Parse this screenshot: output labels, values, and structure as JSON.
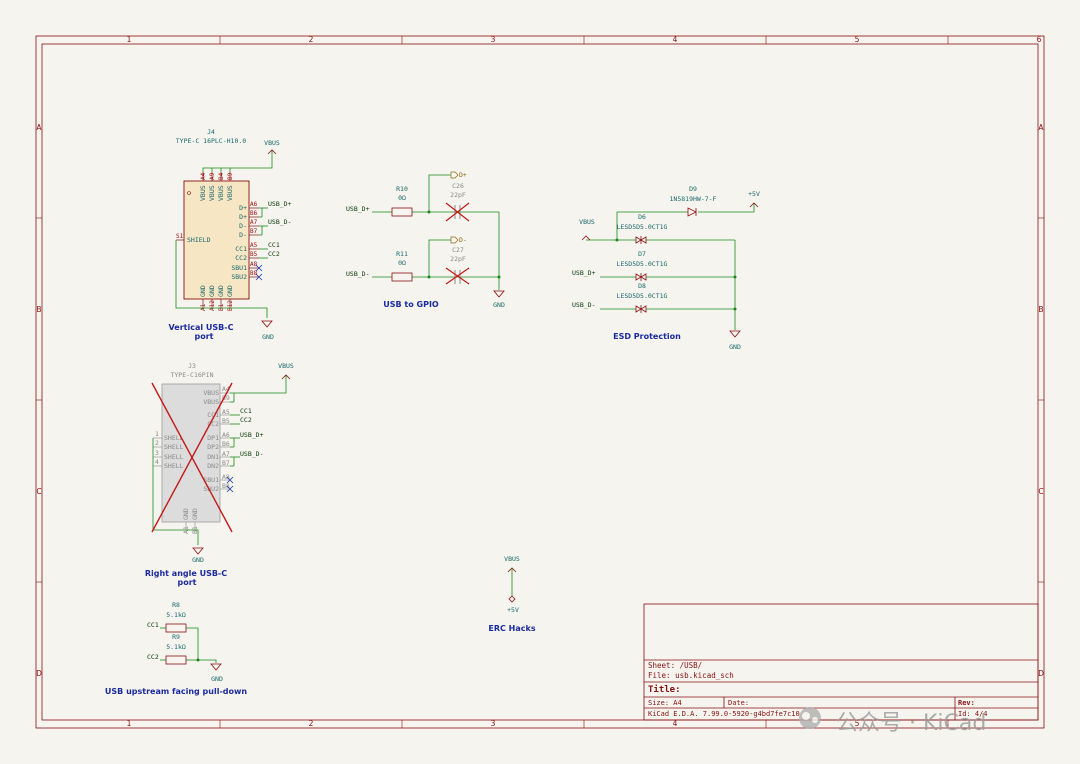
{
  "frame": {
    "col_labels": [
      "1",
      "2",
      "3",
      "4",
      "5",
      "6"
    ],
    "row_labels": [
      "A",
      "B",
      "C",
      "D"
    ]
  },
  "j4": {
    "ref": "J4",
    "value": "TYPE-C 16PLC-H10.0",
    "top_pins": [
      "A4",
      "A9",
      "B4",
      "B9"
    ],
    "top_names": [
      "VBUS",
      "VBUS",
      "VBUS",
      "VBUS"
    ],
    "right_names": [
      "D+",
      "D+",
      "D-",
      "D-",
      "CC1",
      "CC2",
      "SBU1",
      "SBU2"
    ],
    "right_nums": [
      "A6",
      "B6",
      "A7",
      "B7",
      "A5",
      "B5",
      "A8",
      "B8"
    ],
    "bottom_names": [
      "GND",
      "GND",
      "GND",
      "GND"
    ],
    "bottom_pins": [
      "A1",
      "A12",
      "B1",
      "B12"
    ],
    "shield_name": "SHIELD",
    "shield_pin": "S1",
    "title_line1": "Vertical USB-C",
    "title_line2": "port"
  },
  "j3": {
    "ref": "J3",
    "value": "TYPE-C16PIN",
    "right_names": [
      "VBUS",
      "VBUS",
      "CC1",
      "CC2",
      "DP1",
      "DP2",
      "DN1",
      "DN2",
      "SBU1",
      "SBU2"
    ],
    "right_nums": [
      "A4",
      "B9",
      "A5",
      "B5",
      "A6",
      "B6",
      "A7",
      "B7",
      "A8",
      "B8"
    ],
    "left_names": [
      "SHELL",
      "SHELL",
      "SHELL",
      "SHELL"
    ],
    "left_nums": [
      "1",
      "2",
      "3",
      "4"
    ],
    "bottom_names": [
      "GND",
      "GND"
    ],
    "bottom_pins": [
      "A1",
      "B1"
    ],
    "title_line1": "Right angle USB-C",
    "title_line2": "port"
  },
  "nets": {
    "vbus": "VBUS",
    "gnd": "GND",
    "usb_dp": "USB_D+",
    "usb_dm": "USB_D-",
    "cc1": "CC1",
    "cc2": "CC2",
    "d_plus": "D+",
    "d_minus": "D-",
    "p5v": "+5V"
  },
  "gpio": {
    "r10_ref": "R10",
    "r10_val": "0Ω",
    "r11_ref": "R11",
    "r11_val": "0Ω",
    "c26_ref": "C26",
    "c26_val": "22pF",
    "c27_ref": "C27",
    "c27_val": "22pF",
    "title": "USB to GPIO"
  },
  "esd": {
    "d9_ref": "D9",
    "d9_val": "1N5819HW-7-F",
    "d6_ref": "D6",
    "d6_val": "LESD5D5.0CT1G",
    "d7_ref": "D7",
    "d7_val": "LESD5D5.0CT1G",
    "d8_ref": "D8",
    "d8_val": "LESD5D5.0CT1G",
    "title": "ESD Protection"
  },
  "pulldown": {
    "r8_ref": "R8",
    "r8_val": "5.1kΩ",
    "r9_ref": "R9",
    "r9_val": "5.1kΩ",
    "title": "USB upstream facing pull-down"
  },
  "erc": {
    "title": "ERC Hacks"
  },
  "title_block": {
    "sheet": "Sheet: /USB/",
    "file": "File: usb.kicad_sch",
    "title": "Title:",
    "size": "Size: A4",
    "date": "Date:",
    "rev": "Rev:",
    "kicad": "KiCad E.D.A. 7.99.0-5920-g4bd7fe7c10",
    "id": "Id: 4/4"
  },
  "watermark": "公众号 · KiCad",
  "colors": {
    "border": "#8a1010",
    "wire": "#1a8a1a",
    "net": "#0a5a0a",
    "body": "#f7e6c4",
    "note": "#1a2aa0"
  }
}
